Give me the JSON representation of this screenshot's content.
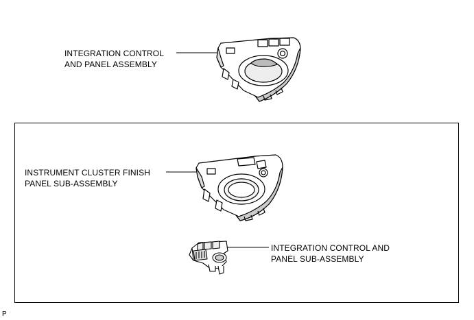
{
  "labels": {
    "top_assembly": [
      "INTEGRATION CONTROL",
      "AND PANEL ASSEMBLY"
    ],
    "finish_panel": [
      "INSTRUMENT CLUSTER FINISH",
      "PANEL SUB-ASSEMBLY"
    ],
    "control_sub": [
      "INTEGRATION CONTROL AND",
      "PANEL SUB-ASSEMBLY"
    ],
    "corner_mark": "P"
  },
  "colors": {
    "line": "#000000",
    "background": "#ffffff"
  }
}
